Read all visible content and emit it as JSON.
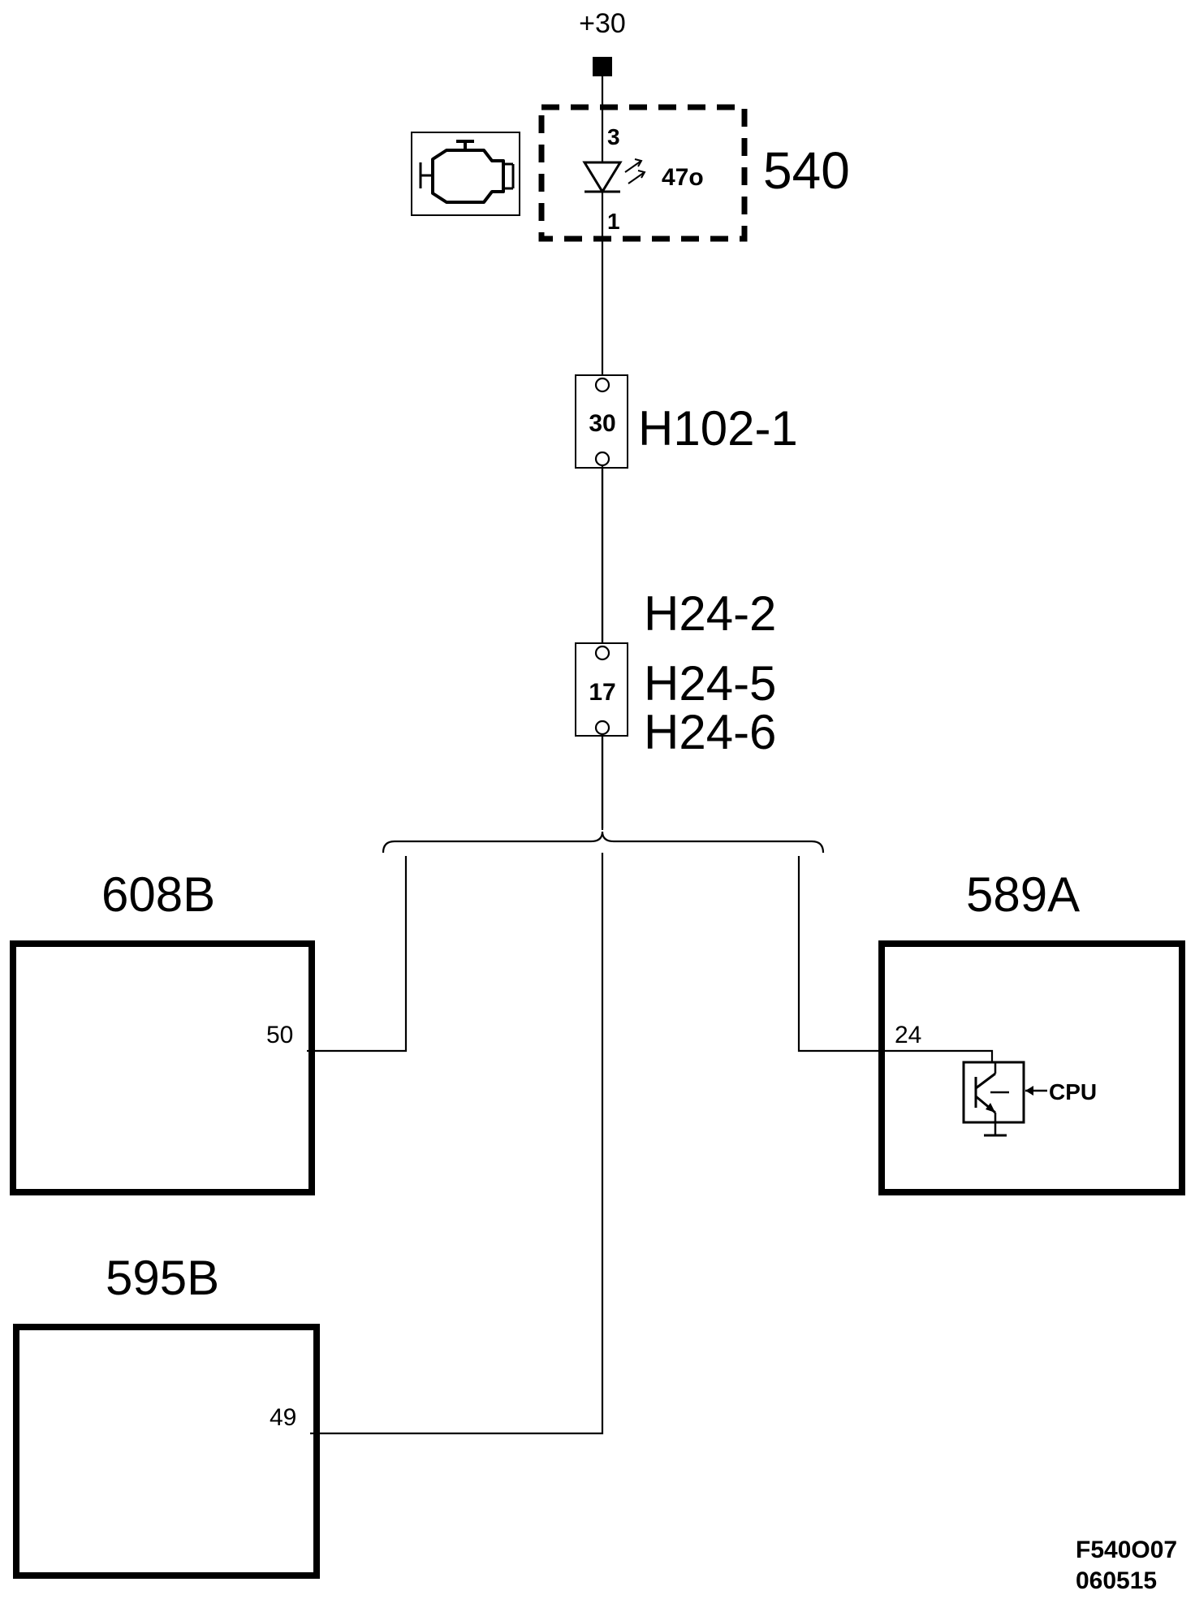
{
  "supply": {
    "label": "+30"
  },
  "component_540": {
    "id": "540",
    "pin_top": "3",
    "pin_bottom": "1",
    "code": "47o",
    "icon": "engine-warning-icon"
  },
  "connector_h102": {
    "pin": "30",
    "label": "H102-1"
  },
  "connector_h24": {
    "pin": "17",
    "labels": [
      "H24-2",
      "H24-5",
      "H24-6"
    ]
  },
  "module_608b": {
    "id": "608B",
    "pin": "50"
  },
  "module_589a": {
    "id": "589A",
    "pin": "24",
    "driver_label": "CPU"
  },
  "module_595b": {
    "id": "595B",
    "pin": "49"
  },
  "footer": {
    "code": "F540O07",
    "date": "060515"
  }
}
